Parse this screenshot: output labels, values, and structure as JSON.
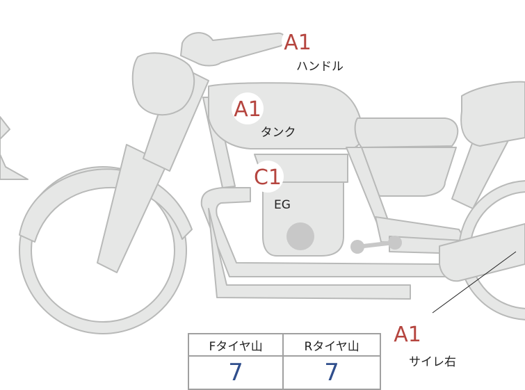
{
  "colors": {
    "part_fill": "#e6e7e6",
    "part_stroke": "#b8b9b8",
    "detail_gray": "#c8c8c8",
    "badge_text": "#b5453f",
    "value_text": "#2f4e8c"
  },
  "badges": [
    {
      "id": "handle",
      "grade": "A1",
      "label": "ハンドル"
    },
    {
      "id": "tank",
      "grade": "A1",
      "label": "タンク"
    },
    {
      "id": "engine",
      "grade": "C1",
      "label": "EG"
    },
    {
      "id": "side-cover-right",
      "grade": "A1",
      "label": "サイレ右"
    }
  ],
  "tire_table": {
    "headers": [
      "Fタイヤ山",
      "Rタイヤ山"
    ],
    "values": [
      "7",
      "7"
    ]
  }
}
